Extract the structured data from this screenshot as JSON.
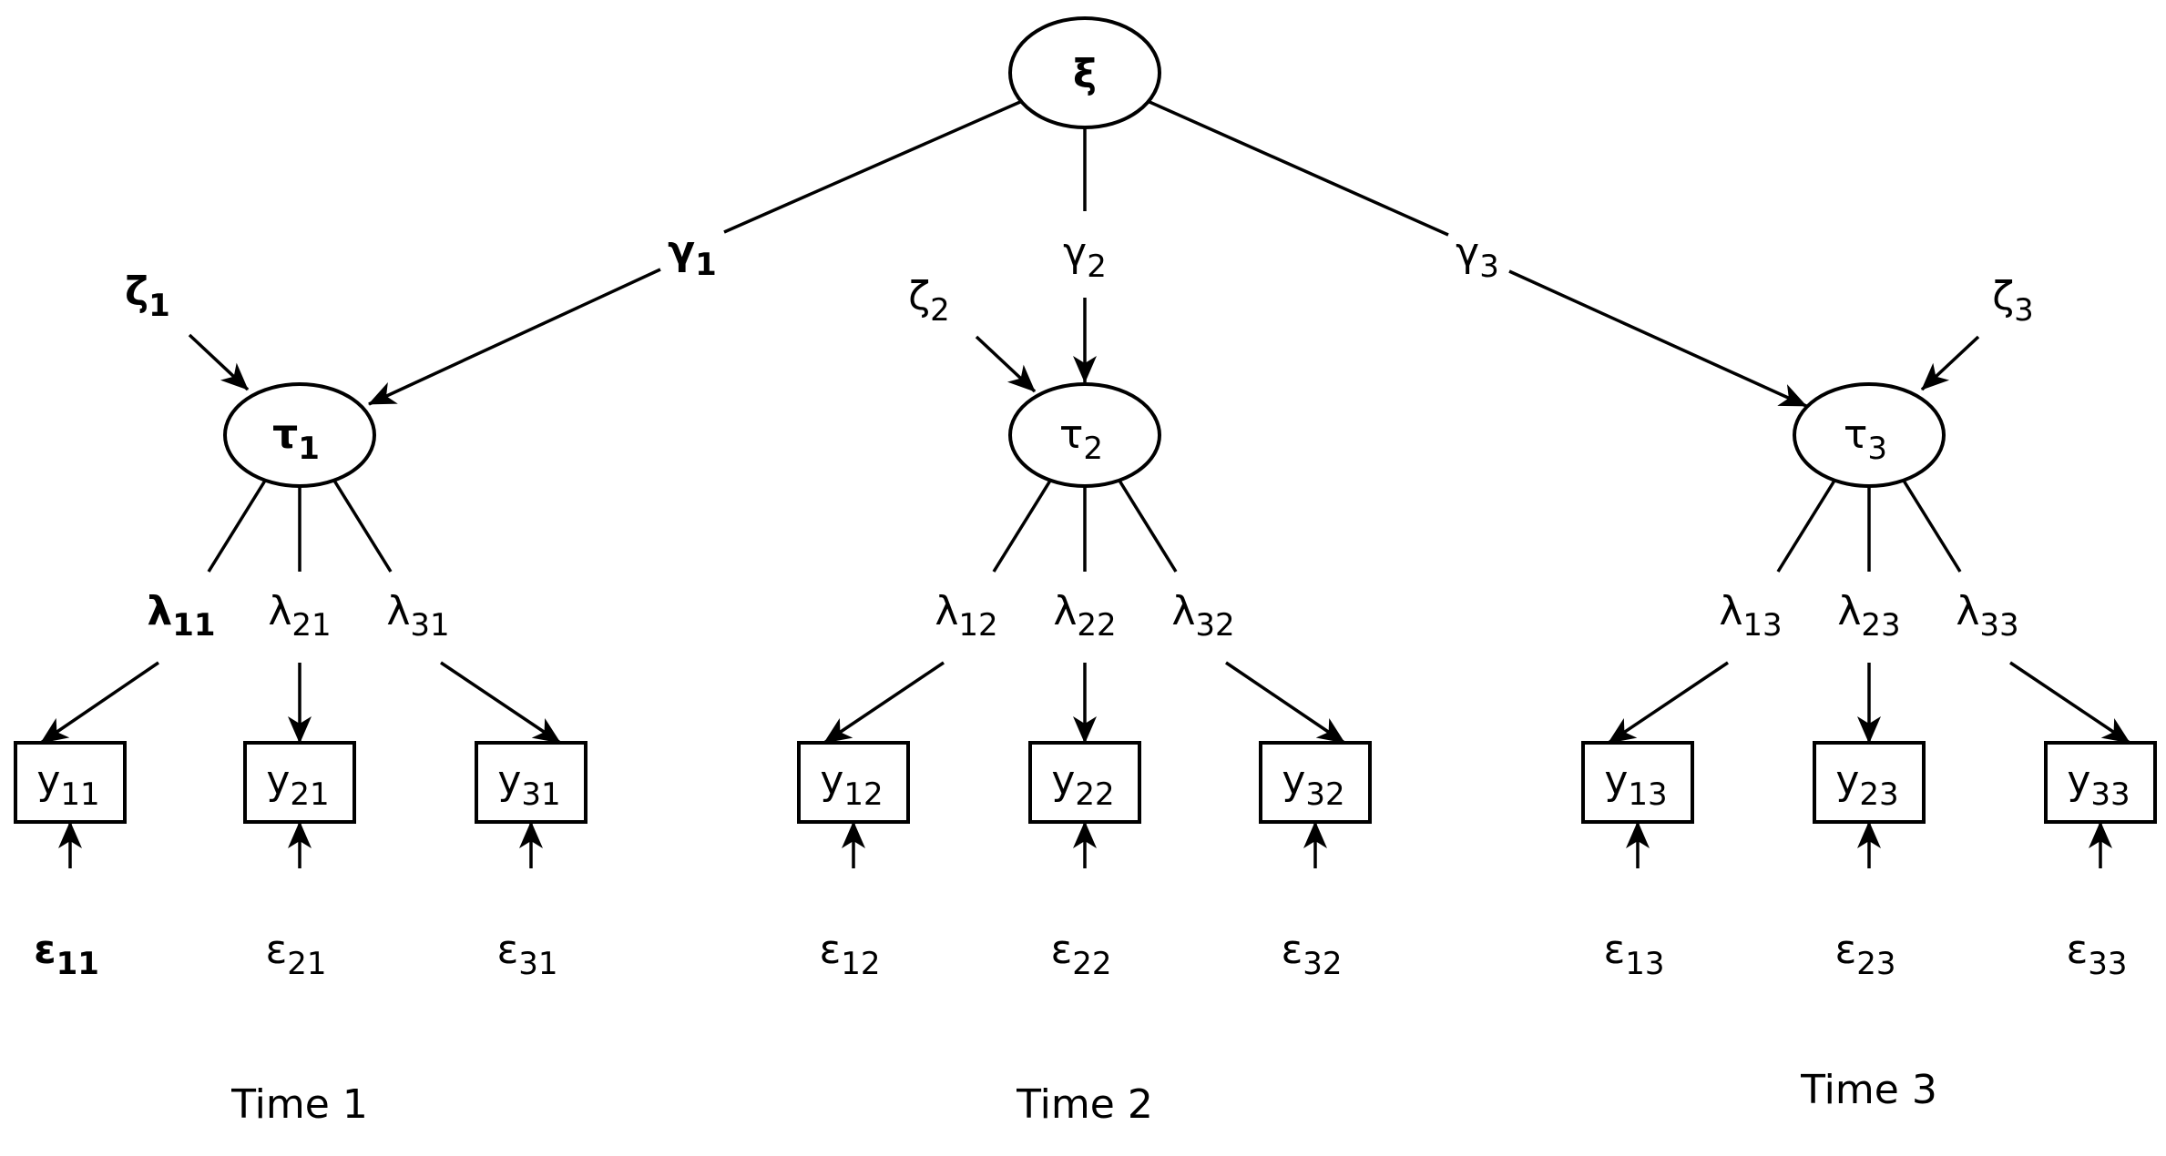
{
  "diagram": {
    "title": "Latent state-trait model path diagram",
    "colors": {
      "xi": "#0000ff",
      "gamma1": "#800080",
      "zeta1": "#ff00ff",
      "tau1": "#ff0000",
      "lambda11": "#2e8b57",
      "eps11": "#ff6600",
      "default": "#000000"
    },
    "trait": {
      "symbol": "ξ",
      "sub": ""
    },
    "occasions": [
      {
        "time_label": "Time 1",
        "state": {
          "symbol": "τ",
          "sub": "1"
        },
        "gamma": {
          "symbol": "γ",
          "sub": "1"
        },
        "zeta": {
          "symbol": "ζ",
          "sub": "1"
        },
        "indicators": [
          {
            "y": {
              "symbol": "y",
              "sub": "11"
            },
            "lambda": {
              "symbol": "λ",
              "sub": "11"
            },
            "eps": {
              "symbol": "ε",
              "sub": "11"
            }
          },
          {
            "y": {
              "symbol": "y",
              "sub": "21"
            },
            "lambda": {
              "symbol": "λ",
              "sub": "21"
            },
            "eps": {
              "symbol": "ε",
              "sub": "21"
            }
          },
          {
            "y": {
              "symbol": "y",
              "sub": "31"
            },
            "lambda": {
              "symbol": "λ",
              "sub": "31"
            },
            "eps": {
              "symbol": "ε",
              "sub": "31"
            }
          }
        ]
      },
      {
        "time_label": "Time 2",
        "state": {
          "symbol": "τ",
          "sub": "2"
        },
        "gamma": {
          "symbol": "γ",
          "sub": "2"
        },
        "zeta": {
          "symbol": "ζ",
          "sub": "2"
        },
        "indicators": [
          {
            "y": {
              "symbol": "y",
              "sub": "12"
            },
            "lambda": {
              "symbol": "λ",
              "sub": "12"
            },
            "eps": {
              "symbol": "ε",
              "sub": "12"
            }
          },
          {
            "y": {
              "symbol": "y",
              "sub": "22"
            },
            "lambda": {
              "symbol": "λ",
              "sub": "22"
            },
            "eps": {
              "symbol": "ε",
              "sub": "22"
            }
          },
          {
            "y": {
              "symbol": "y",
              "sub": "32"
            },
            "lambda": {
              "symbol": "λ",
              "sub": "32"
            },
            "eps": {
              "symbol": "ε",
              "sub": "32"
            }
          }
        ]
      },
      {
        "time_label": "Time 3",
        "state": {
          "symbol": "τ",
          "sub": "3"
        },
        "gamma": {
          "symbol": "γ",
          "sub": "3"
        },
        "zeta": {
          "symbol": "ζ",
          "sub": "3"
        },
        "indicators": [
          {
            "y": {
              "symbol": "y",
              "sub": "13"
            },
            "lambda": {
              "symbol": "λ",
              "sub": "13"
            },
            "eps": {
              "symbol": "ε",
              "sub": "13"
            }
          },
          {
            "y": {
              "symbol": "y",
              "sub": "23"
            },
            "lambda": {
              "symbol": "λ",
              "sub": "23"
            },
            "eps": {
              "symbol": "ε",
              "sub": "23"
            }
          },
          {
            "y": {
              "symbol": "y",
              "sub": "33"
            },
            "lambda": {
              "symbol": "λ",
              "sub": "33"
            },
            "eps": {
              "symbol": "ε",
              "sub": "33"
            }
          }
        ]
      }
    ]
  }
}
